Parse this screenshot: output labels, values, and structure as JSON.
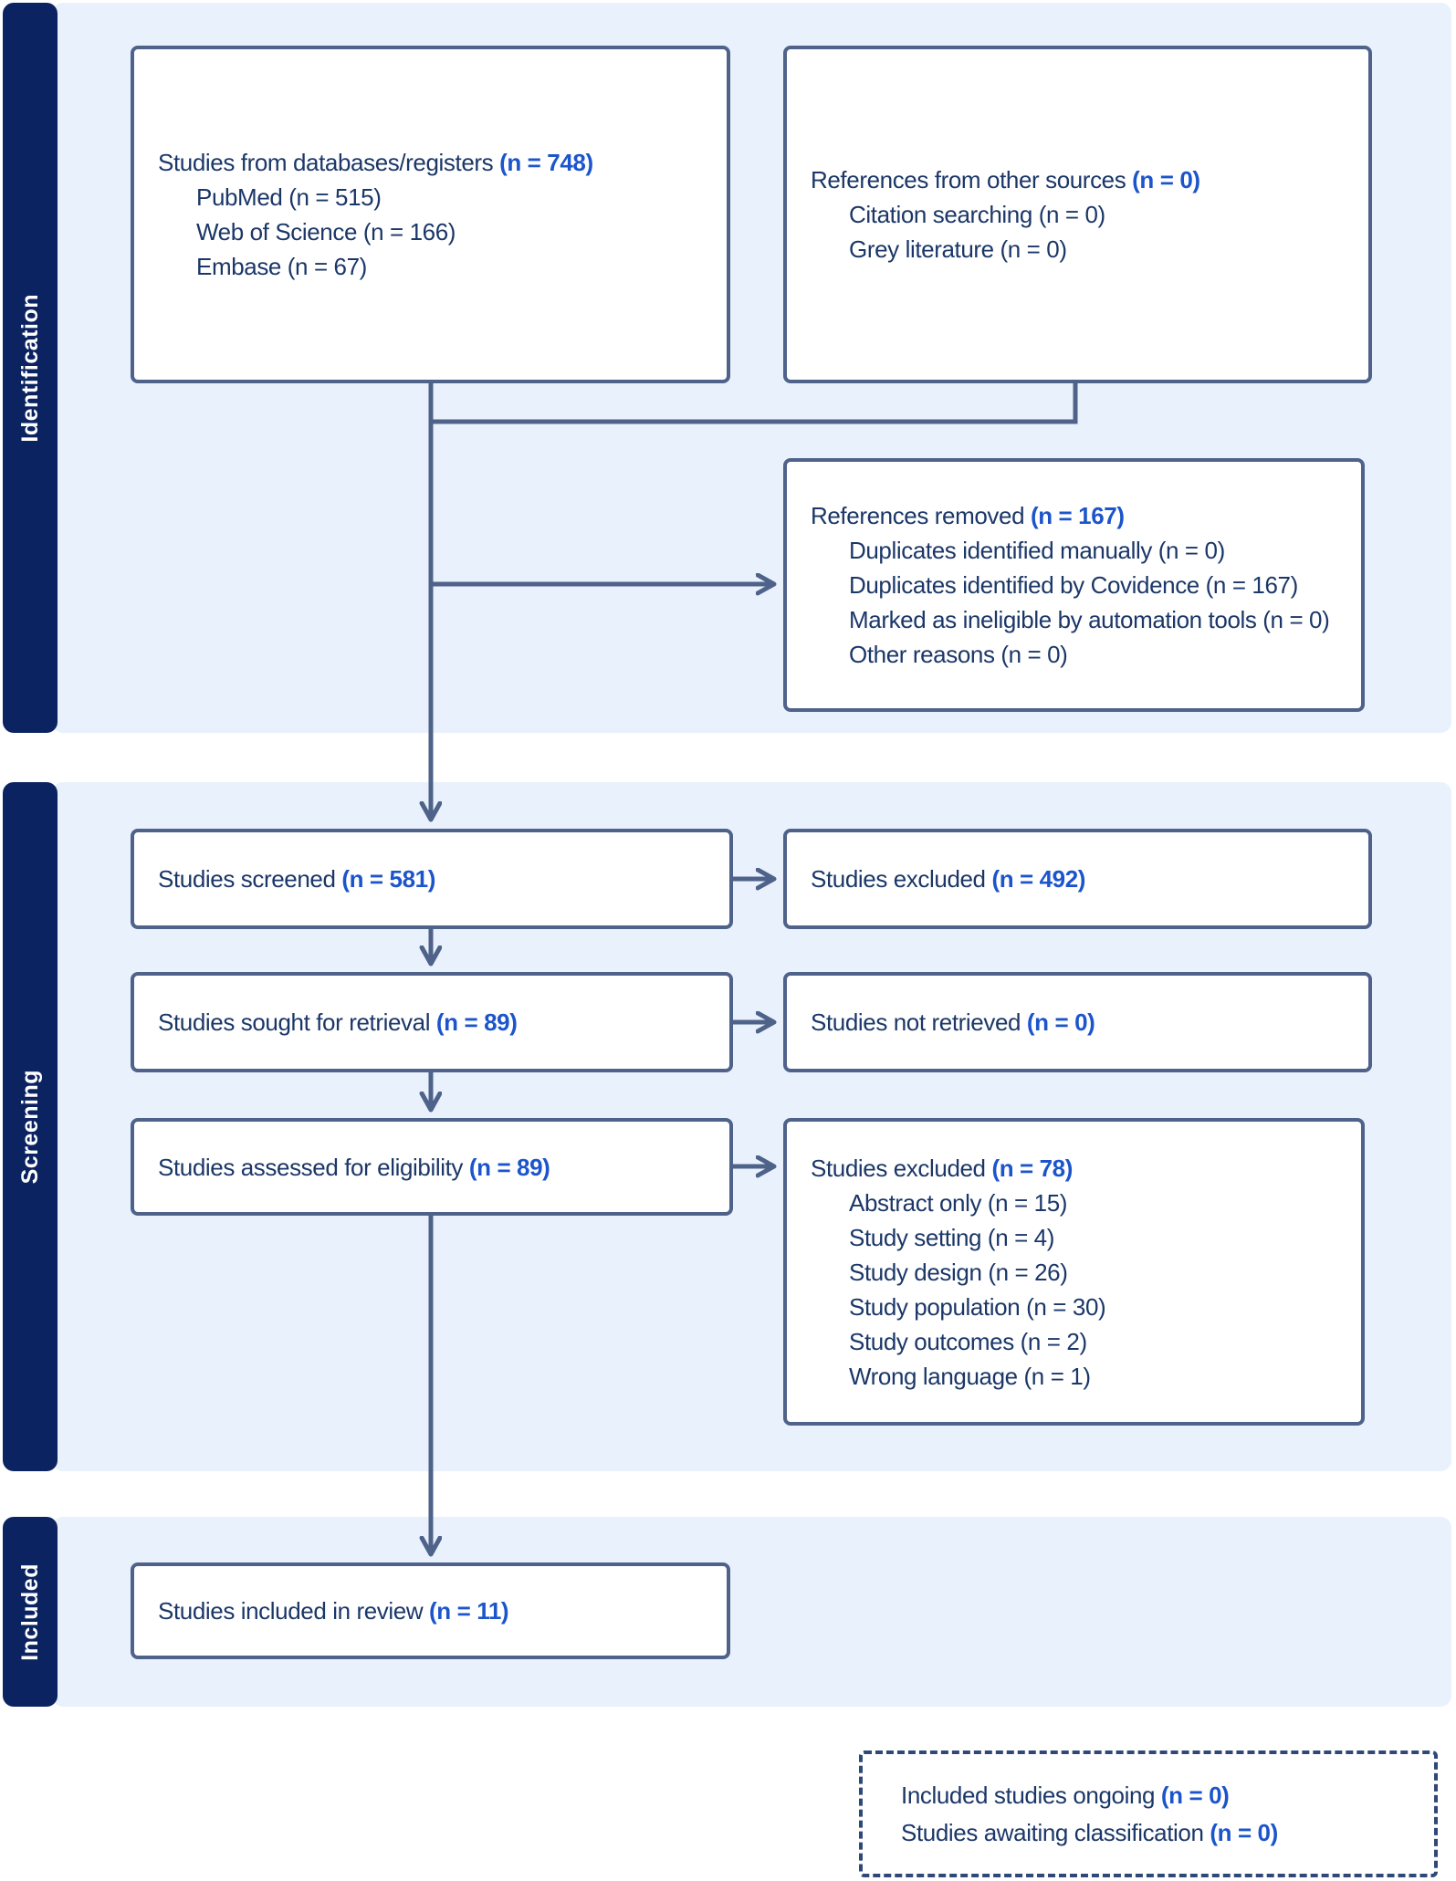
{
  "sections": [
    {
      "label": "Identification"
    },
    {
      "label": "Screening"
    },
    {
      "label": "Included"
    }
  ],
  "boxes": {
    "databases": {
      "title": "Studies from databases/registers",
      "count": "(n = 748)",
      "items": [
        "PubMed (n = 515)",
        "Web of Science (n = 166)",
        "Embase (n = 67)"
      ]
    },
    "other_sources": {
      "title": "References from other sources",
      "count": "(n = 0)",
      "items": [
        "Citation searching (n = 0)",
        "Grey literature (n = 0)"
      ]
    },
    "removed": {
      "title": "References removed",
      "count": "(n = 167)",
      "items": [
        "Duplicates identified manually (n = 0)",
        "Duplicates identified by Covidence (n = 167)",
        "Marked as ineligible by automation tools (n = 0)",
        "Other reasons (n = 0)"
      ]
    },
    "screened": {
      "title": "Studies screened",
      "count": "(n = 581)"
    },
    "excluded_screening": {
      "title": "Studies excluded",
      "count": "(n = 492)"
    },
    "sought": {
      "title": "Studies sought for retrieval",
      "count": "(n = 89)"
    },
    "not_retrieved": {
      "title": "Studies not retrieved",
      "count": "(n = 0)"
    },
    "assessed": {
      "title": "Studies assessed for eligibility",
      "count": "(n = 89)"
    },
    "excluded_eligibility": {
      "title": "Studies excluded",
      "count": "(n = 78)",
      "items": [
        "Abstract only (n = 15)",
        "Study setting (n = 4)",
        "Study design (n = 26)",
        "Study population (n = 30)",
        "Study outcomes (n = 2)",
        "Wrong language (n = 1)"
      ]
    },
    "included": {
      "title": "Studies included in review",
      "count": "(n = 11)"
    },
    "awaiting": {
      "line1_title": "Included studies ongoing",
      "line1_count": "(n = 0)",
      "line2_title": "Studies awaiting classification",
      "line2_count": "(n = 0)"
    }
  },
  "colors": {
    "sidebar_bar": "#0b2361",
    "section_panel": "#e9f1fc",
    "box_border": "#4e628a",
    "text_navy": "#1b3768",
    "count_blue": "#1c55cb",
    "dashed_border": "#2f4878"
  }
}
